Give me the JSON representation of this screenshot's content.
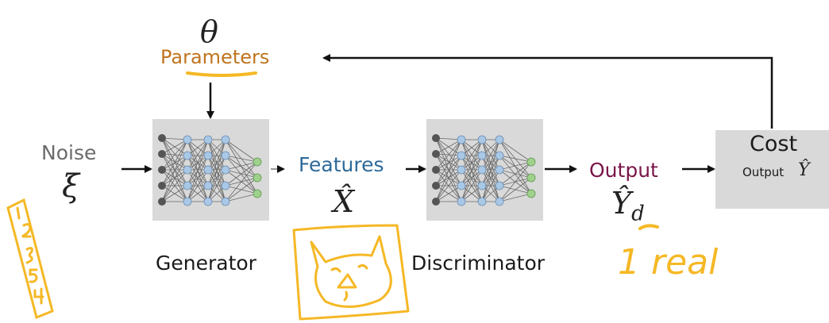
{
  "theta": "θ",
  "parameters_label": "Parameters",
  "noise": {
    "label": "Noise",
    "symbol": "ξ"
  },
  "generator_label": "Generator",
  "features": {
    "label": "Features",
    "symbol": "X̂"
  },
  "discriminator_label": "Discriminator",
  "output": {
    "label": "Output",
    "symbol": "Ŷ",
    "subscript": "d"
  },
  "cost": {
    "title": "Cost",
    "sub_label": "Output",
    "sub_symbol": "Ŷ"
  },
  "annotations": {
    "list_numbers": [
      "1",
      "2",
      "3",
      "5",
      "4"
    ],
    "real_note": "1 real"
  },
  "colors": {
    "parameters": "#c0741e",
    "features": "#2d6a9a",
    "output": "#7a1548",
    "noise": "#6b6b6b",
    "highlighter": "#f5b825",
    "box": "#d9d9d9",
    "node_blue": "#a9c8e6",
    "node_green": "#9fd18c"
  }
}
